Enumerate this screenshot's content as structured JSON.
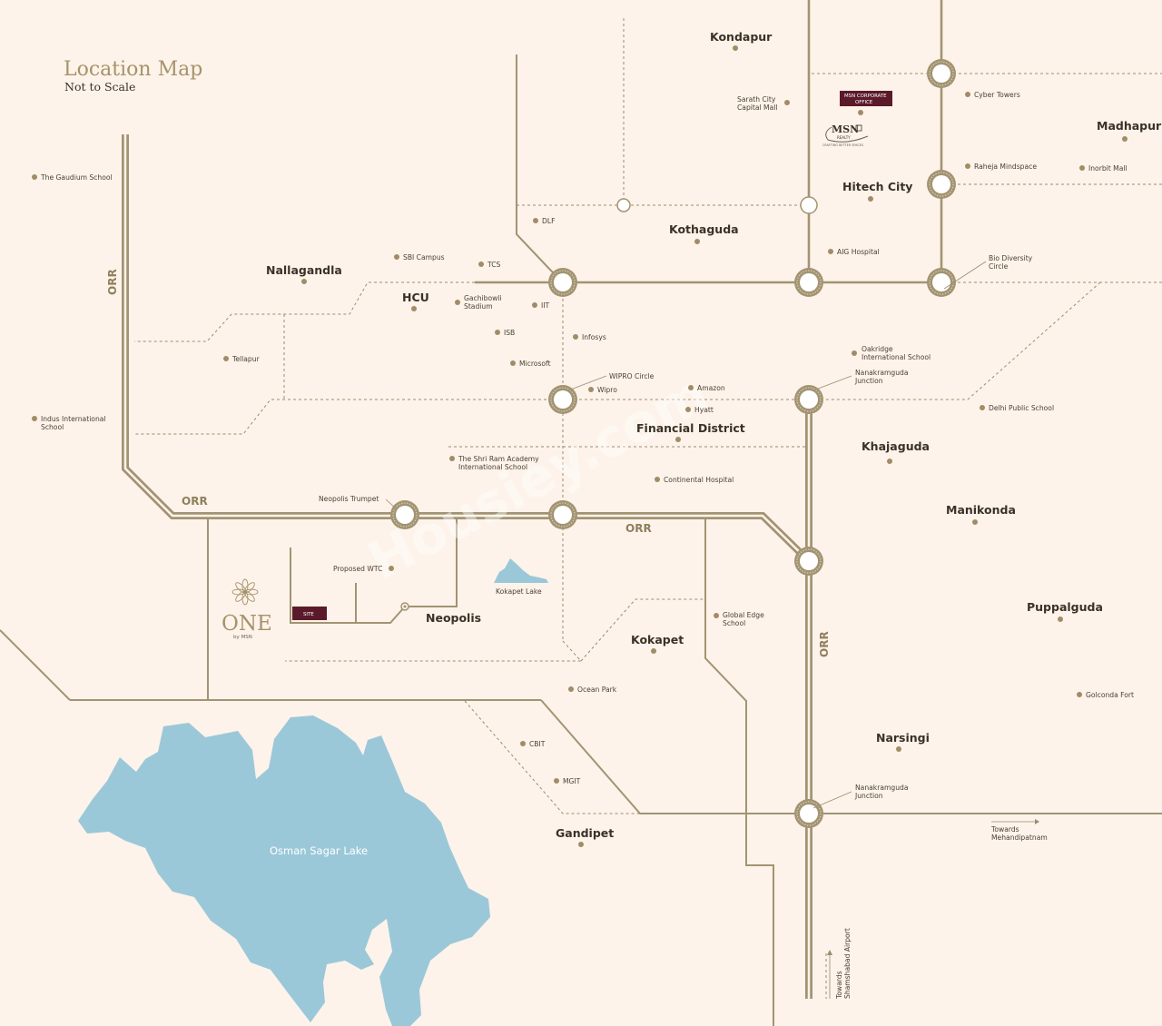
{
  "header": {
    "title": "Location Map",
    "subtitle": "Not to Scale"
  },
  "watermark": "Housiey.com",
  "colors": {
    "background": "#fdf3ea",
    "road": "#a29473",
    "lake": "#9bc8d9",
    "badge": "#5a1a2a",
    "point": "#a08c66"
  },
  "areas": {
    "kondapur": "Kondapur",
    "madhapur": "Madhapur",
    "hitech_city": "Hitech City",
    "kothaguda": "Kothaguda",
    "nallagandla": "Nallagandla",
    "hcu": "HCU",
    "financial_district": "Financial District",
    "khajaguda": "Khajaguda",
    "manikonda": "Manikonda",
    "puppalguda": "Puppalguda",
    "kokapet": "Kokapet",
    "neopolis": "Neopolis",
    "narsingi": "Narsingi",
    "gandipet": "Gandipet"
  },
  "places": {
    "sarath_city_1": "Sarath City",
    "sarath_city_2": "Capital Mall",
    "cyber_towers": "Cyber Towers",
    "raheja": "Raheja Mindspace",
    "inorbit": "Inorbit Mall",
    "gaudium": "The Gaudium School",
    "dlf": "DLF",
    "aig": "AIG Hospital",
    "bio_div_1": "Bio Diversity",
    "bio_div_2": "Circle",
    "sbi": "SBI Campus",
    "tcs": "TCS",
    "gachibowli_1": "Gachibowli",
    "gachibowli_2": "Stadium",
    "iit": "IIT",
    "isb": "ISB",
    "infosys": "Infosys",
    "tellapur": "Tellapur",
    "microsoft": "Microsoft",
    "oakridge_1": "Oakridge",
    "oakridge_2": "International School",
    "wipro_circle": "WIPRO Circle",
    "wipro": "Wipro",
    "amazon": "Amazon",
    "nanak_1a": "Nanakramguda",
    "nanak_1b": "Junction",
    "indus_1": "Indus International",
    "indus_2": "School",
    "hyatt": "Hyatt",
    "dps": "Delhi Public School",
    "shri_ram_1": "The Shri Ram Academy",
    "shri_ram_2": "International School",
    "continental": "Continental Hospital",
    "neopolis_trumpet": "Neopolis Trumpet",
    "proposed_wtc": "Proposed WTC",
    "kokapet_lake": "Kokapet Lake",
    "global_edge_1": "Global Edge",
    "global_edge_2": "School",
    "ocean_park": "Ocean Park",
    "golconda": "Golconda Fort",
    "cbit": "CBIT",
    "mgit": "MGIT",
    "nanak_2a": "Nanakramguda",
    "nanak_2b": "Junction",
    "mehandi_1": "Towards",
    "mehandi_2": "Mehandipatnam",
    "airport_1": "Towards",
    "airport_2": "Shamshabad Airport"
  },
  "roads": {
    "orr_west": "ORR",
    "orr_south": "ORR",
    "orr_mid": "ORR",
    "orr_east": "ORR"
  },
  "lakes": {
    "osman_sagar": "Osman Sagar Lake"
  },
  "badges": {
    "corporate_1": "MSN CORPORATE",
    "corporate_2": "OFFICE",
    "site": "SITE"
  },
  "logos": {
    "msn": "MSN",
    "msn_realty": "REALTY",
    "msn_tagline": "CRAFTING BETTER SPACES",
    "one": "ONE",
    "one_by": "by MSN"
  }
}
